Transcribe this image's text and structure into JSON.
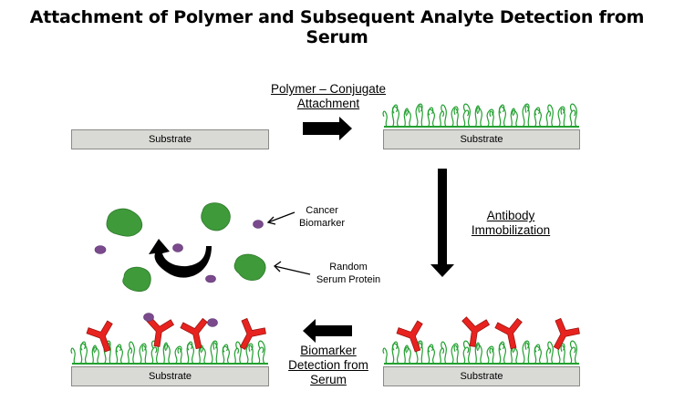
{
  "title": "Attachment of Polymer and Subsequent Analyte Detection from Serum",
  "labels": {
    "substrate": "Substrate",
    "step1_line1": "Polymer – Conjugate",
    "step1_line2": "Attachment",
    "step2_line1": "Antibody",
    "step2_line2": "Immobilization",
    "step3_line1": "Biomarker",
    "step3_line2": "Detection from",
    "step3_line3": "Serum",
    "cancer_line1": "Cancer",
    "cancer_line2": "Biomarker",
    "serum_line1": "Random",
    "serum_line2": "Serum Protein"
  },
  "colors": {
    "substrate_fill": "#d9d9d6",
    "polymer": "#22a030",
    "antibody": "#e8231f",
    "serum_protein": "#3f9a3a",
    "biomarker": "#7a4a8c",
    "arrow": "#000000"
  }
}
